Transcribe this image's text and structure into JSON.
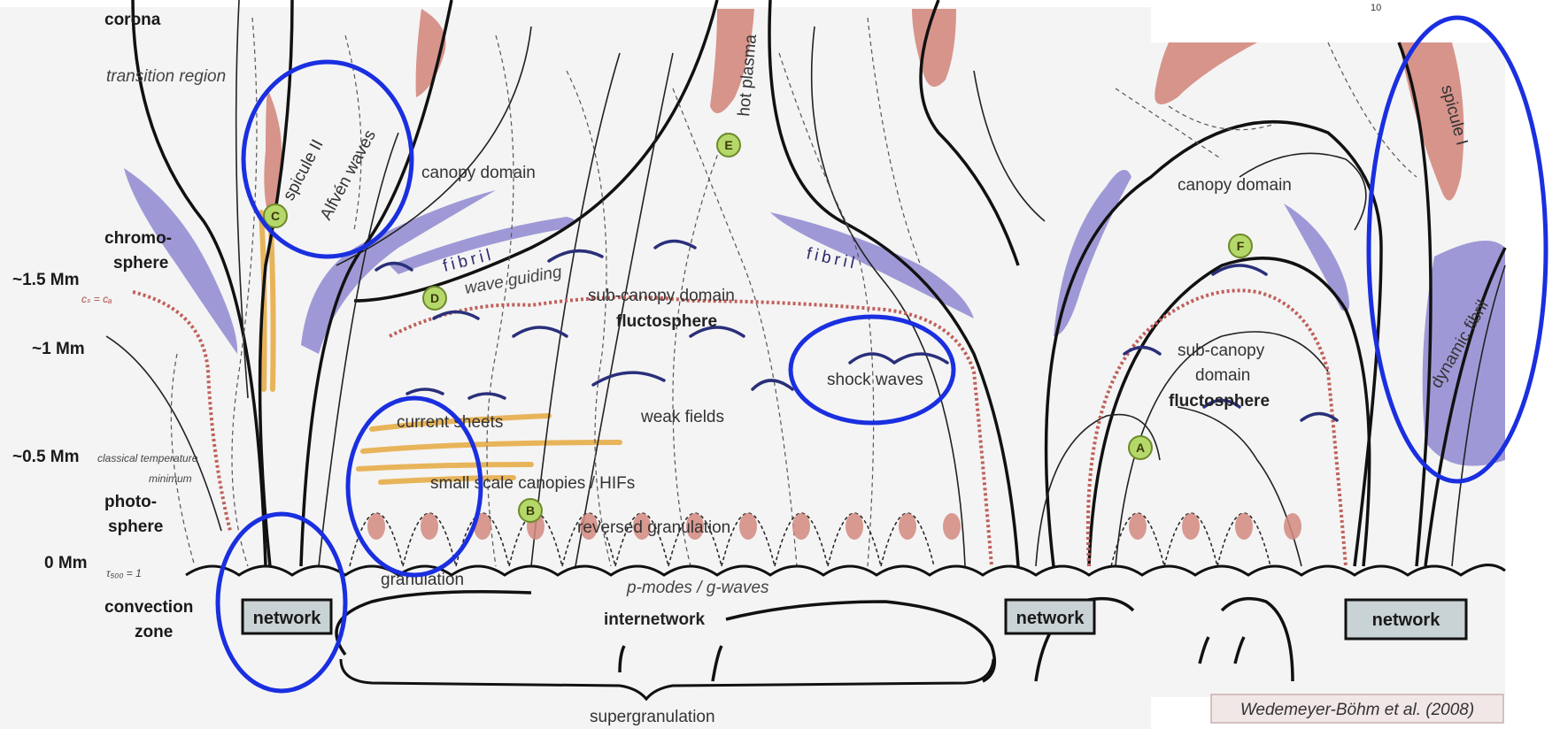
{
  "page_number": "10",
  "left_axis": {
    "corona": "corona",
    "transition_region": "transition region",
    "chromosphere_1": "chromo-",
    "chromosphere_2": "sphere",
    "height_1_5": "~1.5 Mm",
    "cs_ca": "cₛ = cₐ",
    "height_1": "~1 Mm",
    "height_0_5": "~0.5 Mm",
    "temp_min_1": "classical temperature",
    "temp_min_2": "minimum",
    "photosphere_1": "photo-",
    "photosphere_2": "sphere",
    "height_0": "0 Mm",
    "tau": "τ₅₀₀ = 1",
    "convection_1": "convection",
    "convection_2": "zone"
  },
  "labels": {
    "spicule_ii": "spicule II",
    "alfven_waves": "Alfvén waves",
    "canopy_domain_left": "canopy domain",
    "hot_plasma": "hot plasma",
    "fibril_left": "fibril",
    "fibril_center": "fibril",
    "wave_guiding": "wave guiding",
    "sub_canopy_domain": "sub-canopy domain",
    "fluctosphere": "fluctosphere",
    "shock_waves": "shock waves",
    "weak_fields": "weak fields",
    "current_sheets": "current sheets",
    "small_scale_canopies": "small scale canopies  /  HIFs",
    "reversed_granulation": "reversed granulation",
    "granulation": "granulation",
    "p_modes": "p-modes / g-waves",
    "internetwork": "internetwork",
    "supergranulation": "supergranulation",
    "canopy_domain_right": "canopy domain",
    "sub_canopy_right_1": "sub-canopy",
    "sub_canopy_right_2": "domain",
    "fluctosphere_right": "fluctosphere",
    "spicule_i": "spicule I",
    "dynamic_fibril": "dynamic fibril",
    "network_left": "network",
    "network_center": "network",
    "network_right": "network",
    "citation": "Wedemeyer-Böhm et al. (2008)"
  },
  "markers": [
    "A",
    "B",
    "C",
    "D",
    "E",
    "F"
  ],
  "colors": {
    "background": "#f4f4f4",
    "spicule": "#d48a80",
    "fibril": "#9e99d6",
    "current_sheet": "#e8b45a",
    "temperature_curve": "#c0605a",
    "shock_arc": "#2a2f7a",
    "marker": "#b5d86a",
    "highlight_circle": "#1a2fe0",
    "network_box": "#c9d2d4"
  }
}
